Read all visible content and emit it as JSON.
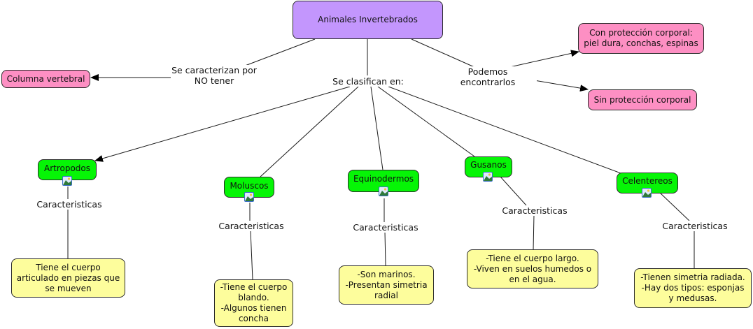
{
  "root": {
    "label": "Animales Invertebrados",
    "color": "#c396fd"
  },
  "left_branch": {
    "link_label": "Se caracterizan por\nNO tener",
    "target": "Columna vertebral"
  },
  "right_branch": {
    "link_label": "Podemos encontrarlos",
    "targets": [
      "Con protección corporal:\npiel dura, conchas, espinas",
      "Sin protección corporal"
    ]
  },
  "middle_branch": {
    "link_label": "Se clasifican en:",
    "groups": [
      {
        "name": "Artropodos",
        "link_label": "Caracteristicas",
        "description": "Tiene el cuerpo\narticulado en piezas que\nse mueven"
      },
      {
        "name": "Moluscos",
        "link_label": "Caracteristicas",
        "description": "-Tiene el cuerpo\nblando.\n-Algunos tienen\nconcha"
      },
      {
        "name": "Equinodermos",
        "link_label": "Caracteristicas",
        "description": "-Son marinos.\n-Presentan simetria\nradial"
      },
      {
        "name": "Gusanos",
        "link_label": "Caracteristicas",
        "description": "-Tiene el cuerpo largo.\n-Viven en suelos humedos o\nen el agua."
      },
      {
        "name": "Celentereos",
        "link_label": "Caracteristicas",
        "description": "-Tienen simetria radiada.\n-Hay dos tipos: esponjas\ny medusas."
      }
    ]
  },
  "colors": {
    "root": "#c396fd",
    "outer": "#fd8fc3",
    "group": "#06f506",
    "description": "#fdfd9c",
    "line": "#1a1a1a"
  },
  "icons": {
    "attached_image": "image-icon"
  }
}
